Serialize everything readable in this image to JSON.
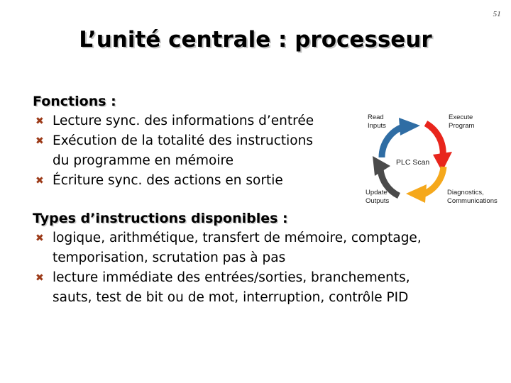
{
  "slide": {
    "page_number": "51",
    "title": "L’unité centrale : processeur",
    "background_color": "#FFFFFF",
    "bullet_color": "#9C3A18",
    "bullet_glyph": "✖"
  },
  "sections": [
    {
      "id": "fonctions",
      "heading": "Fonctions :",
      "items": [
        {
          "text": "Lecture sync. des informations d’entrée",
          "cont": ""
        },
        {
          "text": "Exécution de la totalité des instructions",
          "cont": "du programme en mémoire"
        },
        {
          "text": "Écriture sync. des actions en sortie",
          "cont": ""
        }
      ]
    },
    {
      "id": "types",
      "heading": "Types d’instructions disponibles :",
      "items": [
        {
          "text": "logique, arithmétique, transfert de mémoire, comptage,",
          "cont": "temporisation, scrutation pas à pas"
        },
        {
          "text": "lecture immédiate des entrées/sorties, branchements,",
          "cont": "sauts, test de bit ou de mot, interruption, contrôle PID"
        }
      ]
    }
  ],
  "diagram": {
    "name": "plc-scan-cycle",
    "center_label": "PLC Scan",
    "steps": [
      {
        "id": "read-inputs",
        "label_line1": "Read",
        "label_line2": "Inputs",
        "color": "#2F6DA4"
      },
      {
        "id": "execute-program",
        "label_line1": "Execute",
        "label_line2": "Program",
        "color": "#E8251C"
      },
      {
        "id": "diagnostics",
        "label_line1": "Diagnostics,",
        "label_line2": "Communications",
        "color": "#F5A81C"
      },
      {
        "id": "update-outputs",
        "label_line1": "Update",
        "label_line2": "Outputs",
        "color": "#4A4A4A"
      }
    ]
  }
}
